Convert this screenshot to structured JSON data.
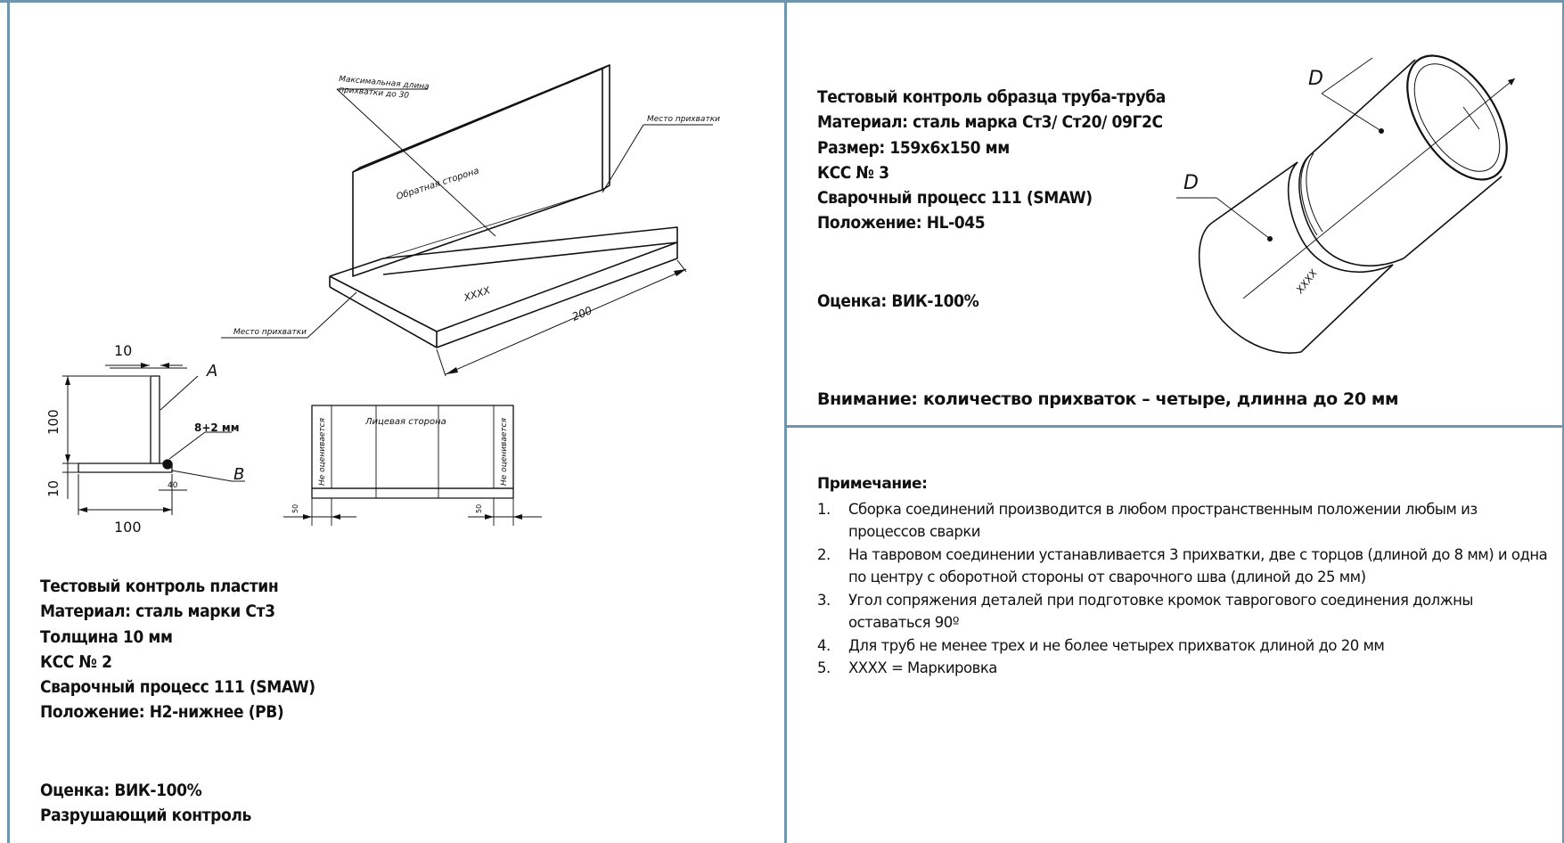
{
  "colors": {
    "frame": "#6f95ad",
    "ink": "#111111"
  },
  "plates": {
    "title": "Тестовый контроль пластин",
    "material": "Материал: сталь марки Ст3",
    "thickness": "Толщина 10 мм",
    "kss": "КСС № 2",
    "process": "Сварочный процесс 111 (SMAW)",
    "position": "Положение: Н2-нижнее (РВ)",
    "assessment": "Оценка: ВИК-100%",
    "destructive": "Разрушающий контроль"
  },
  "tee_drawing": {
    "max_tack_label_line1": "Максимальная длина",
    "max_tack_label_line2": "прихватки до 30",
    "tack_place_top": "Место прихватки",
    "tack_place_left": "Место прихватки",
    "back_side": "Обратная сторона",
    "marking": "XXXX",
    "length_dim": "200"
  },
  "section_drawing": {
    "dim_10_top": "10",
    "label_a": "A",
    "dim_100_vertical": "100",
    "weld_size": "8+2 мм",
    "label_b": "B",
    "dim_10_vertical": "10",
    "dim_40": "40",
    "dim_100_bottom": "100"
  },
  "plan_drawing": {
    "face_side": "Лицевая сторона",
    "not_evaluated_left": "Не оценивается",
    "not_evaluated_right": "Не оценивается",
    "dim_left": "50",
    "dim_right": "50"
  },
  "pipes": {
    "title": "Тестовый контроль образца труба-труба",
    "material": "Материал: сталь марка Ст3/ Ст20/ 09Г2С",
    "size": "Размер: 159х6х150 мм",
    "kss": "КСС № 3",
    "process": "Сварочный процесс 111 (SMAW)",
    "position": "Положение: HL-045",
    "assessment": "Оценка: ВИК-100%",
    "warning": "Внимание: количество прихваток – четыре, длинна до 20 мм"
  },
  "pipe_drawing": {
    "d_top": "D",
    "d_left": "D",
    "marking": "XXXX"
  },
  "notes": {
    "title": "Примечание:",
    "items": [
      {
        "num": "1.",
        "text": "Сборка соединений производится в любом пространственным положении любым из процессов сварки"
      },
      {
        "num": "2.",
        "text": "На тавровом соединении устанавливается 3 прихватки, две с торцов (длиной до 8 мм) и одна по центру с оборотной стороны от сварочного шва (длиной до 25 мм)"
      },
      {
        "num": "3.",
        "text": "Угол сопряжения деталей при подготовке кромок таврогового соединения должны оставаться 90º"
      },
      {
        "num": "4.",
        "text": "Для труб не менее трех и не более четырех прихваток длиной до 20 мм"
      },
      {
        "num": "5.",
        "text": "XXXX = Маркировка"
      }
    ]
  }
}
